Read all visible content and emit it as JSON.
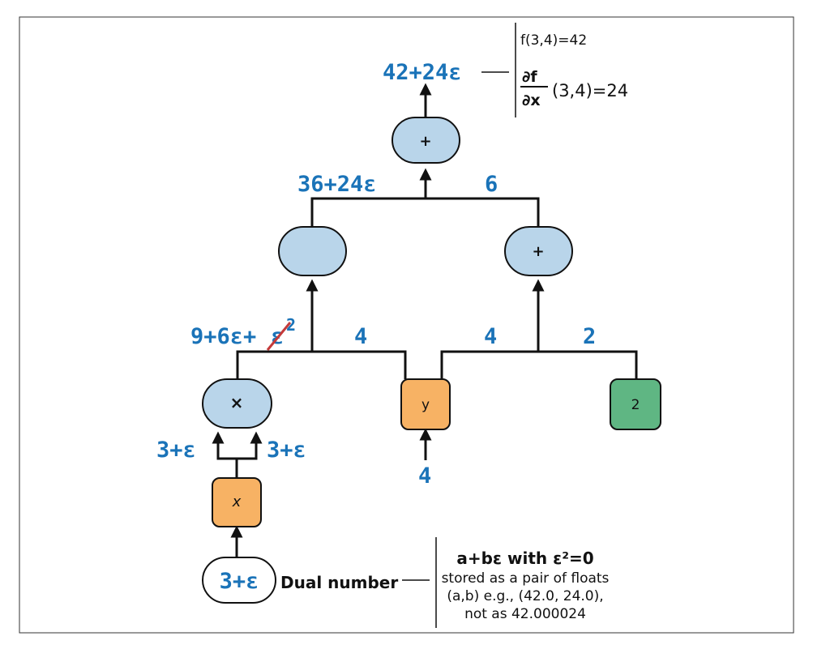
{
  "diagram": {
    "nodes": {
      "plus_top": "+",
      "square_node": "",
      "plus_right": "+",
      "times_node": "×",
      "y_node": "y",
      "const_node": "2",
      "x_node": "x",
      "dual_input": "3+ε"
    },
    "edge_values": {
      "output": "42+24ε",
      "left_into_plus_top": "36+24ε",
      "right_into_plus_top": "6",
      "times_out_prefix": "9+6ε+",
      "times_out_struck": "ε",
      "times_out_power": "2",
      "y_to_square": "4",
      "y_to_plus": "4",
      "const_to_plus": "2",
      "x_to_times_left": "3+ε",
      "x_to_times_right": "3+ε",
      "y_input": "4"
    },
    "annotation_top": {
      "line1": "f(3,4)=42",
      "frac_num": "∂f",
      "frac_den": "∂x",
      "line2_rest": "(3,4)=24"
    },
    "dual_label": "Dual number",
    "annotation_bottom": {
      "title": "a+bε with ε²=0",
      "line1": "stored as a pair of floats",
      "line2": "(a,b) e.g., (42.0, 24.0),",
      "line3": "not as 42.000024"
    },
    "colors": {
      "op_node_fill": "#b9d5ea",
      "var_node_fill": "#f7b264",
      "const_node_fill": "#5fb683",
      "value_text": "#1a73b8",
      "strike": "#c43a3a"
    }
  }
}
